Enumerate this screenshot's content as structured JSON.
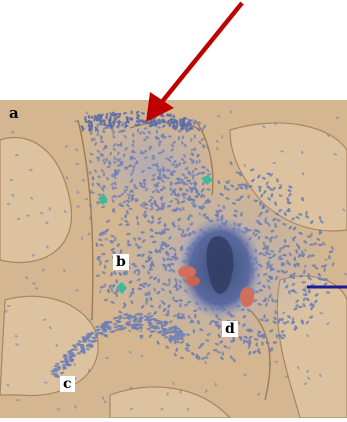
{
  "figure": {
    "panel_label": "a",
    "labels": {
      "b": "b",
      "c": "c",
      "d": "d"
    },
    "colors": {
      "background": "#ffffff",
      "tissue": "#d2b48e",
      "tissue_dark": "#b8976c",
      "cells": "#6f80b5",
      "core": "#4f5f8f",
      "red_cells": "#d2705a",
      "green_cells": "#3fb99a",
      "arrow_red": "#c00000",
      "line_blue": "#1a1a9a"
    }
  }
}
